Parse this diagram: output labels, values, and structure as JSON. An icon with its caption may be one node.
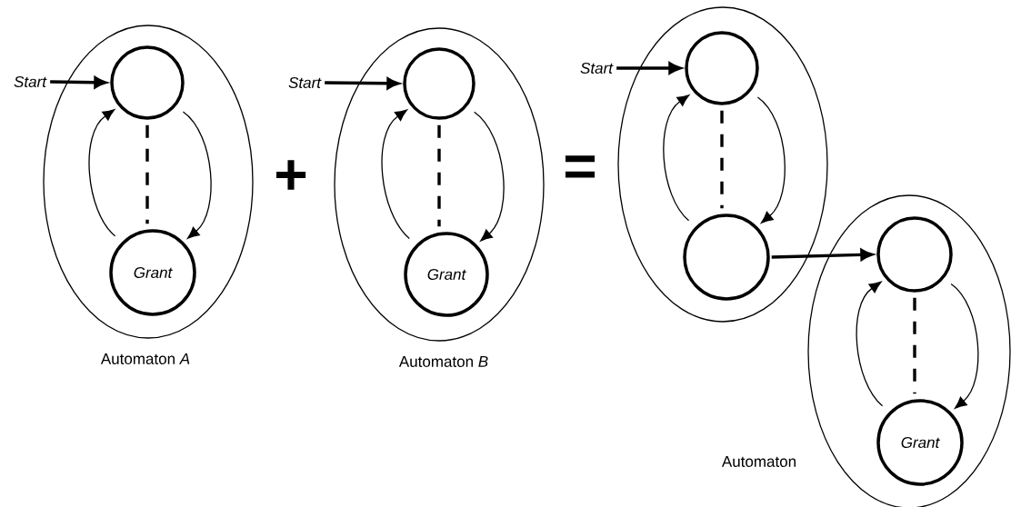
{
  "diagram": {
    "nodes": [
      {
        "text": [
          "Automaton *A*"
        ]
      },
      {
        "text": [
          "Start"
        ]
      },
      {
        "text": [],
        "shape": "circle",
        "in": 0
      },
      {
        "text": [
          "Grant"
        ],
        "in": 0
      },
      {
        "text": [
          "Automaton *B*"
        ]
      },
      {
        "text": [
          "Start"
        ]
      },
      {
        "text": [],
        "shape": "circle",
        "in": 4
      },
      {
        "text": [
          "Grant"
        ],
        "in": 4
      },
      {
        "text": [],
        "shape": "ellipse"
      },
      {
        "text": [
          "Start"
        ]
      },
      {
        "text": [],
        "shape": "circle",
        "in": 8
      },
      {
        "text": [],
        "shape": "circle",
        "in": 8
      },
      {
        "text": [
          "Automaton"
        ]
      },
      {
        "text": [],
        "shape": "circle",
        "in": 12
      },
      {
        "text": [
          "Grant"
        ],
        "in": 12
      }
    ],
    "edges": [
      {
        "from": 1,
        "to": 2,
        "arrow": "to",
        "style": "thick"
      },
      {
        "from": 2,
        "to": 3,
        "arrow": "none",
        "style": "dashed"
      },
      {
        "from": 3,
        "to": 2,
        "arrow": "to"
      },
      {
        "from": 2,
        "to": 3,
        "arrow": "to"
      },
      {
        "from": 5,
        "to": 6,
        "arrow": "to",
        "style": "thick"
      },
      {
        "from": 6,
        "to": 7,
        "arrow": "none",
        "style": "dashed"
      },
      {
        "from": 7,
        "to": 6,
        "arrow": "to"
      },
      {
        "from": 6,
        "to": 7,
        "arrow": "to"
      },
      {
        "from": 9,
        "to": 10,
        "arrow": "to",
        "style": "thick"
      },
      {
        "from": 10,
        "to": 11,
        "arrow": "none",
        "style": "dashed"
      },
      {
        "from": 11,
        "to": 10,
        "arrow": "to"
      },
      {
        "from": 10,
        "to": 11,
        "arrow": "to"
      },
      {
        "from": 11,
        "to": 13,
        "arrow": "to",
        "style": "thick"
      },
      {
        "from": 13,
        "to": 14,
        "arrow": "none",
        "style": "dashed"
      },
      {
        "from": 14,
        "to": 13,
        "arrow": "to"
      },
      {
        "from": 13,
        "to": 14,
        "arrow": "to"
      }
    ],
    "labels": [
      "+",
      "="
    ]
  }
}
